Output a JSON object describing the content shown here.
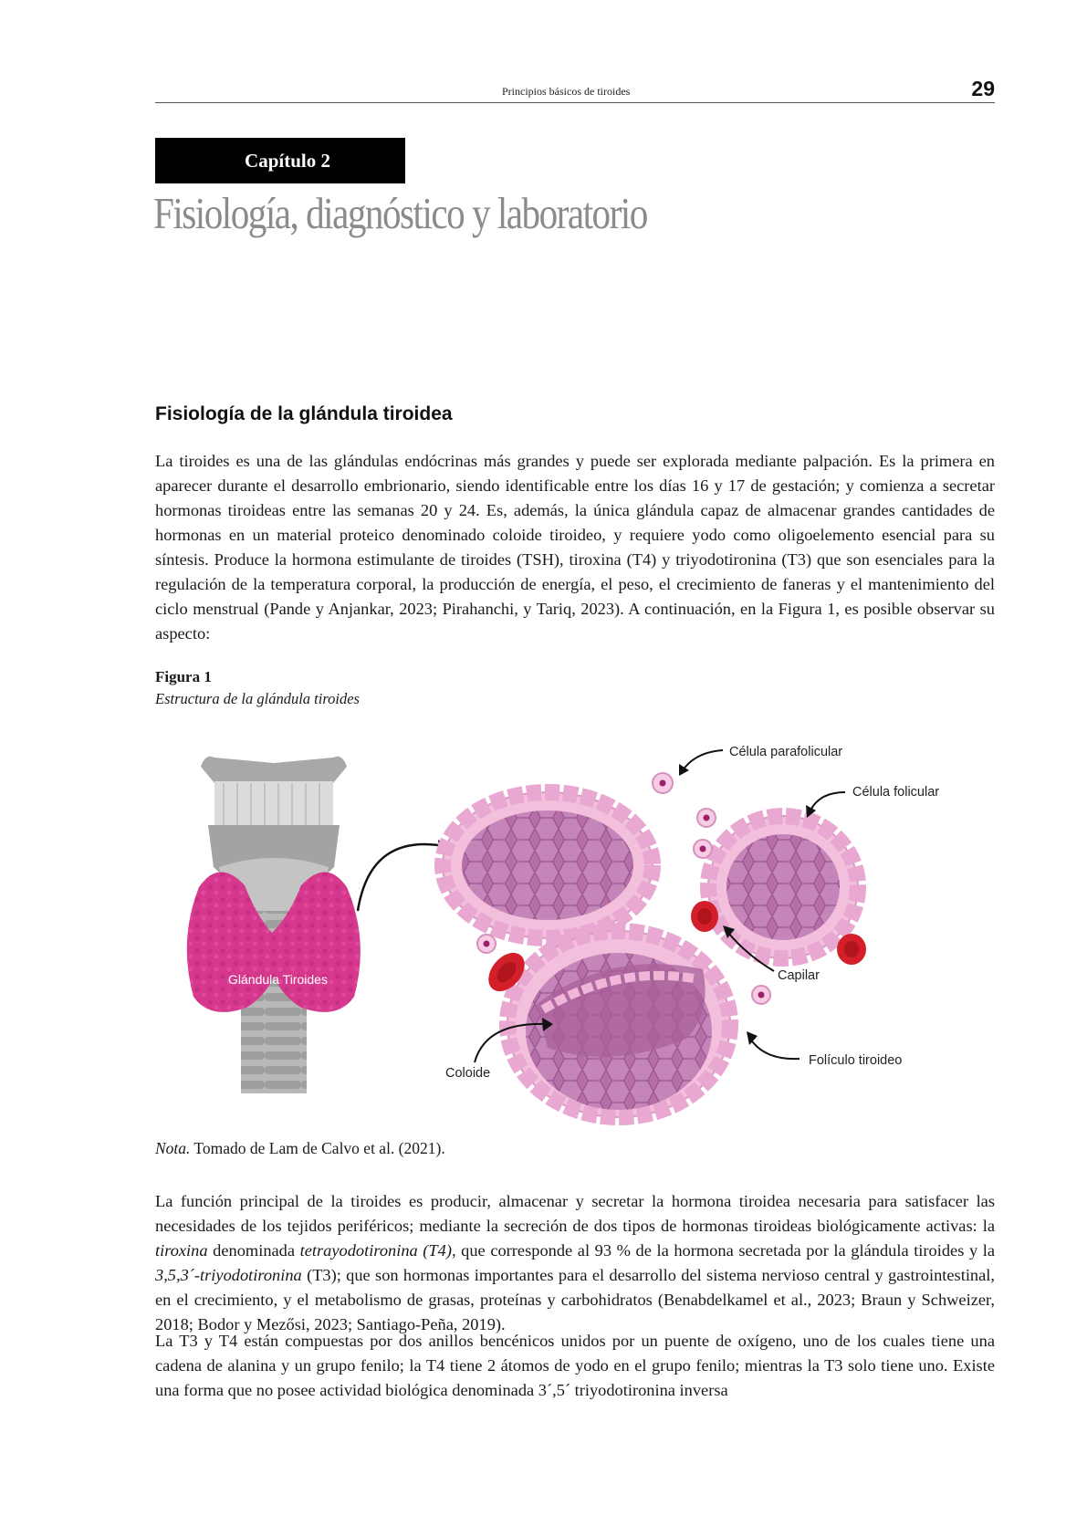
{
  "header": {
    "running_title": "Principios básicos de tiroides",
    "page_number": "29"
  },
  "chapter": {
    "label": "Capítulo 2",
    "title": "Fisiología, diagnóstico y laboratorio"
  },
  "section": {
    "heading": "Fisiología de la glándula tiroidea"
  },
  "paragraphs": {
    "p1": "La tiroides es una de las glándulas endócrinas más grandes y puede ser explorada mediante palpación. Es la primera en aparecer durante el desarrollo embrionario, siendo identificable entre los días 16 y 17 de gestación; y comienza a secretar hormonas tiroideas entre las semanas 20 y 24. Es, además, la única glándula capaz de almacenar grandes cantidades de hormonas en un material proteico denominado coloide tiroideo, y requiere yodo como oligoelemento esencial para su síntesis. Produce la hormona estimulante de tiroides (TSH), tiroxina (T4) y triyodotironina (T3) que son esenciales para la regulación de la temperatura corporal, la producción de energía, el peso, el crecimiento de faneras y el mantenimiento del ciclo menstrual (Pande y Anjankar, 2023; Pirahanchi, y Tariq, 2023). A continuación, en la Figura 1, es posible observar su aspecto:",
    "p2_a": "La función principal de la tiroides es producir, almacenar y secretar la hormona tiroidea necesaria para satisfacer las necesidades de los tejidos periféricos; mediante la secreción de dos tipos de hormonas tiroideas biológicamente activas: la ",
    "p2_b": "tiroxina",
    "p2_c": " denominada ",
    "p2_d": "tetrayodotironina (T4),",
    "p2_e": " que corresponde al 93 % de la hormona secretada por la glándula tiroides y la ",
    "p2_f": "3,5,3´-triyodotironina",
    "p2_g": " (T3);  que son hormonas importantes para el desarrollo del sistema nervioso central y gastrointestinal, en el  crecimiento, y el metabolismo de grasas, proteínas y carbohidratos (Benabdelkamel et al., 2023; Braun y Schweizer, 2018; Bodor y Mezősi, 2023; Santiago-Peña, 2019).",
    "p3": "La T3 y T4 están compuestas por dos anillos bencénicos unidos por un puente de oxígeno, uno de los cuales tiene una cadena de alanina y un grupo fenilo; la T4 tiene 2 átomos de yodo en el grupo fenilo; mientras la T3 solo tiene uno. Existe una forma que no posee actividad biológica denominada 3´,5´ triyodotironina inversa"
  },
  "figure": {
    "label": "Figura 1",
    "caption": "Estructura de la glándula tiroides",
    "labels": {
      "gland": "Glándula Tiroides",
      "parafollicular": "Célula parafolicular",
      "follicular": "Célula folicular",
      "capillary": "Capilar",
      "follicle": "Folículo tiroideo",
      "colloid": "Coloide"
    },
    "note_label": "Nota.",
    "note_text": "Tomado de Lam de Calvo et al. (2021).",
    "colors": {
      "gland": "#d6388e",
      "follicle": "#c47ab0",
      "colloid": "#a8609a",
      "blood": "#d21f2a",
      "cartilage": "#9a9a9a"
    }
  }
}
